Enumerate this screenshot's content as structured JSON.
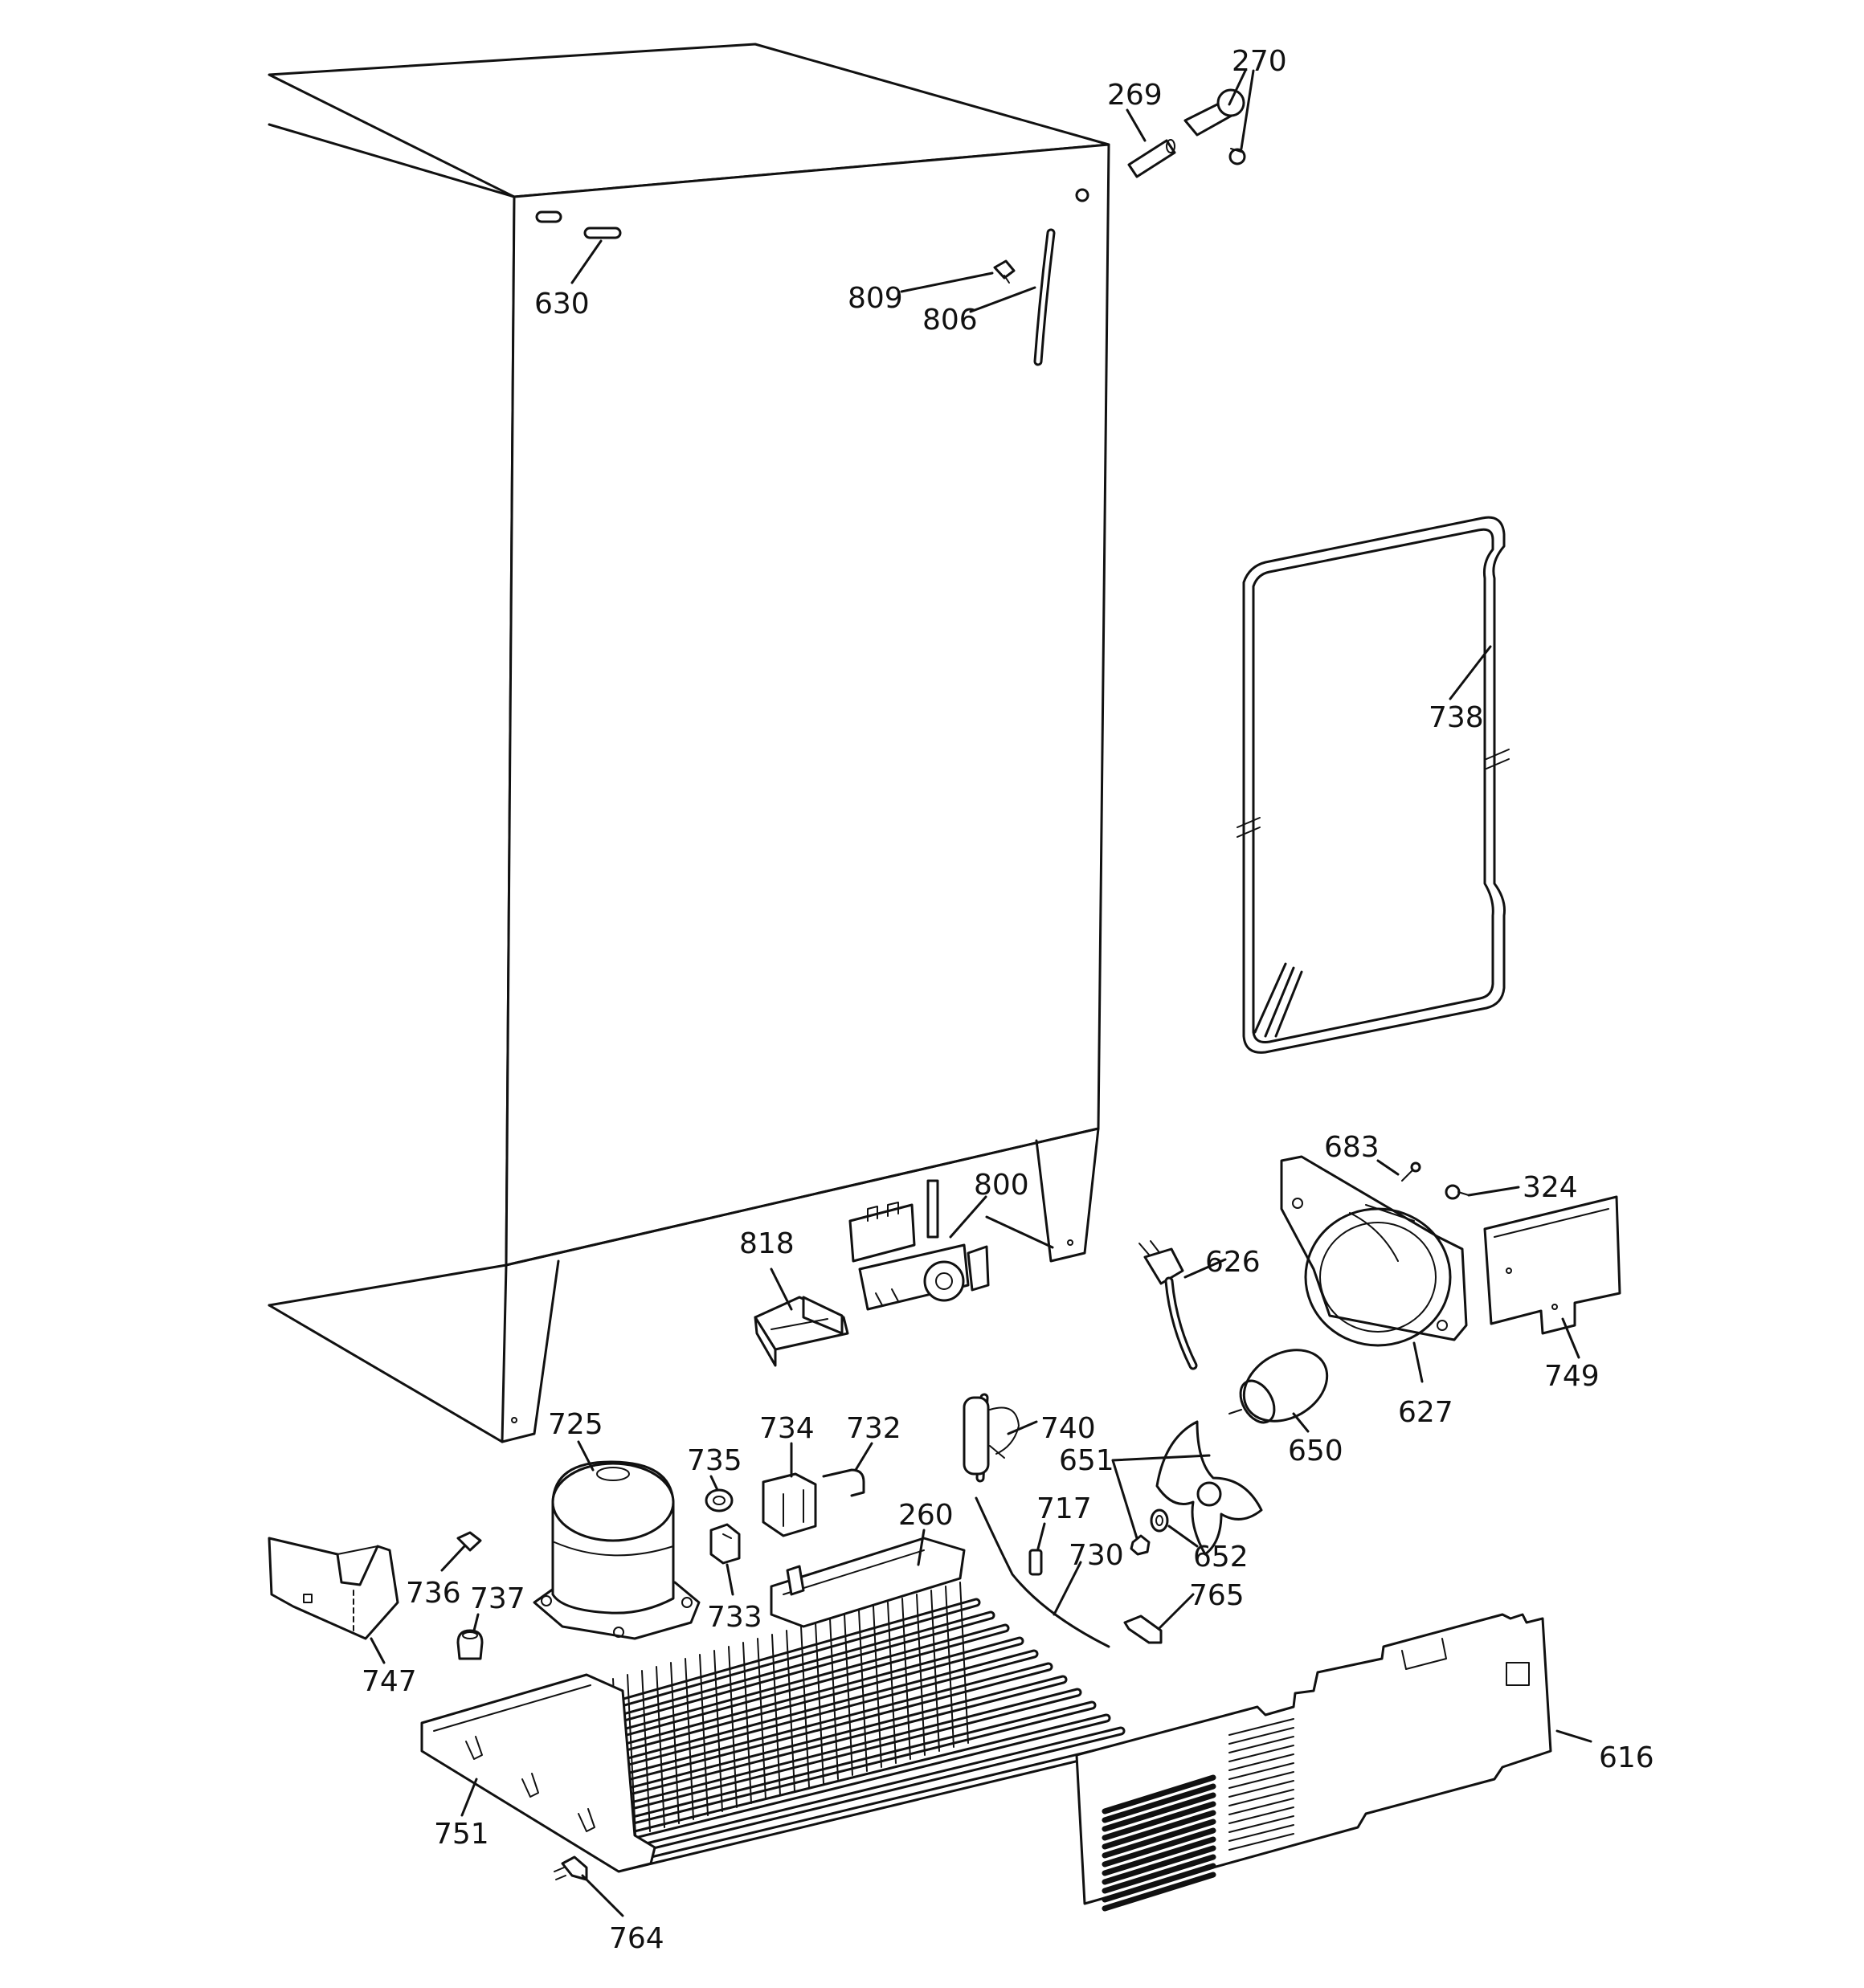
{
  "part_labels": {
    "p269": "269",
    "p270": "270",
    "p630": "630",
    "p809": "809",
    "p806": "806",
    "p738": "738",
    "p683": "683",
    "p324": "324",
    "p800": "800",
    "p818": "818",
    "p626": "626",
    "p749": "749",
    "p627": "627",
    "p650": "650",
    "p725": "725",
    "p735": "735",
    "p734": "734",
    "p732": "732",
    "p740": "740",
    "p651": "651",
    "p260": "260",
    "p717": "717",
    "p652": "652",
    "p730": "730",
    "p765": "765",
    "p736": "736",
    "p737": "737",
    "p733": "733",
    "p747": "747",
    "p616": "616",
    "p751": "751",
    "p764": "764"
  }
}
